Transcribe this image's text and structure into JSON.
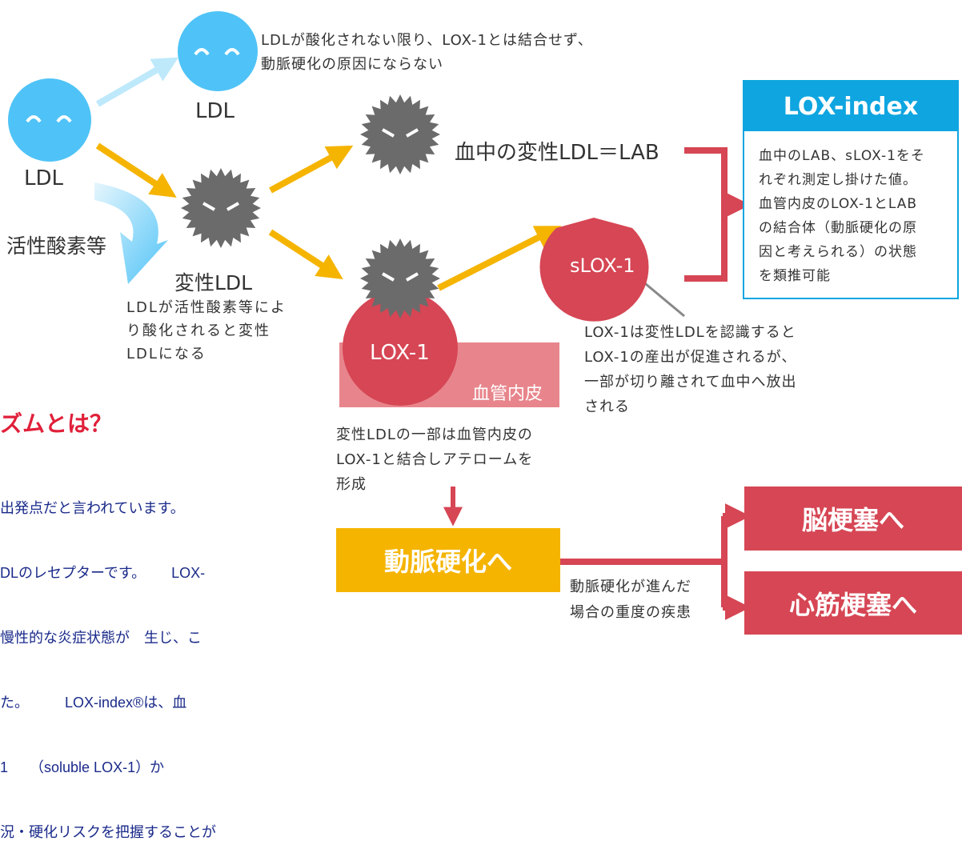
{
  "diagram": {
    "note_top": [
      "LDLが酸化されない限り、LOX-1とは結合せず、",
      "動脈硬化の原因にならない"
    ],
    "ldl_left_label": "LDL",
    "ldl_top_label": "LDL",
    "ros_label": "活性酸素等",
    "modified_ldl_label": "変性LDL",
    "modified_ldl_note": [
      "LDLが活性酸素等によ",
      "り酸化されると変性",
      "LDLになる"
    ],
    "lab_label": "血中の変性LDL＝LAB",
    "slox_label": "sLOX-1",
    "lox1_label": "LOX-1",
    "endothelium_label": "血管内皮",
    "lox_note": [
      "LOX-1は変性LDLを認識すると",
      "LOX-1の産出が促進されるが、",
      "一部が切り離されて血中へ放出",
      "される"
    ],
    "endo_note": [
      "変性LDLの一部は血管内皮の",
      "LOX-1と結合しアテロームを",
      "形成"
    ],
    "lox_index": {
      "title": "LOX-index",
      "desc": [
        "血中のLAB、sLOX-1をそ",
        "れぞれ測定し掛けた値。",
        "血管内皮のLOX-1とLAB",
        "の結合体（動脈硬化の原",
        "因と考えられる）の状態",
        "を類推可能"
      ]
    },
    "arteriosclerosis": "動脈硬化へ",
    "stroke": "脳梗塞へ",
    "mi": "心筋梗塞へ",
    "disease_note": [
      "動脈硬化が進んだ",
      "場合の重度の疾患"
    ]
  },
  "left_text": {
    "heading": "ズムとは？",
    "lines": [
      "出発点だと言われています。",
      "DLのレセプターです。　　 LOX-",
      "慢性的な炎症状態が　生じ、こ",
      "た。　　　LOX-index®は、血",
      "1　　（soluble LOX-1）か",
      "況・硬化リスクを把握することが"
    ]
  },
  "colors": {
    "blue": "#4fc3f7",
    "light_blue": "#bde9fb",
    "arrow_orange": "#f5b400",
    "gray": "#6b6b6b",
    "red": "#d64654",
    "pink": "#e8858c",
    "lox_index_blue": "#0ea5e0",
    "heading_red": "#e0203a",
    "text_blue": "#1a2a8a"
  }
}
